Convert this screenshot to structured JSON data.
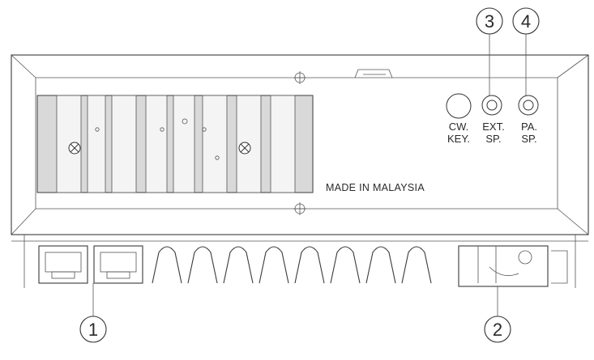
{
  "callouts": [
    {
      "id": "1",
      "label": "1"
    },
    {
      "id": "2",
      "label": "2"
    },
    {
      "id": "3",
      "label": "3"
    },
    {
      "id": "4",
      "label": "4"
    }
  ],
  "jacks": {
    "cw_key": {
      "line1": "CW.",
      "line2": "KEY."
    },
    "ext_sp": {
      "line1": "EXT.",
      "line2": "SP."
    },
    "pa_sp": {
      "line1": "PA.",
      "line2": "SP."
    }
  },
  "made_in": "MADE IN MALAYSIA"
}
